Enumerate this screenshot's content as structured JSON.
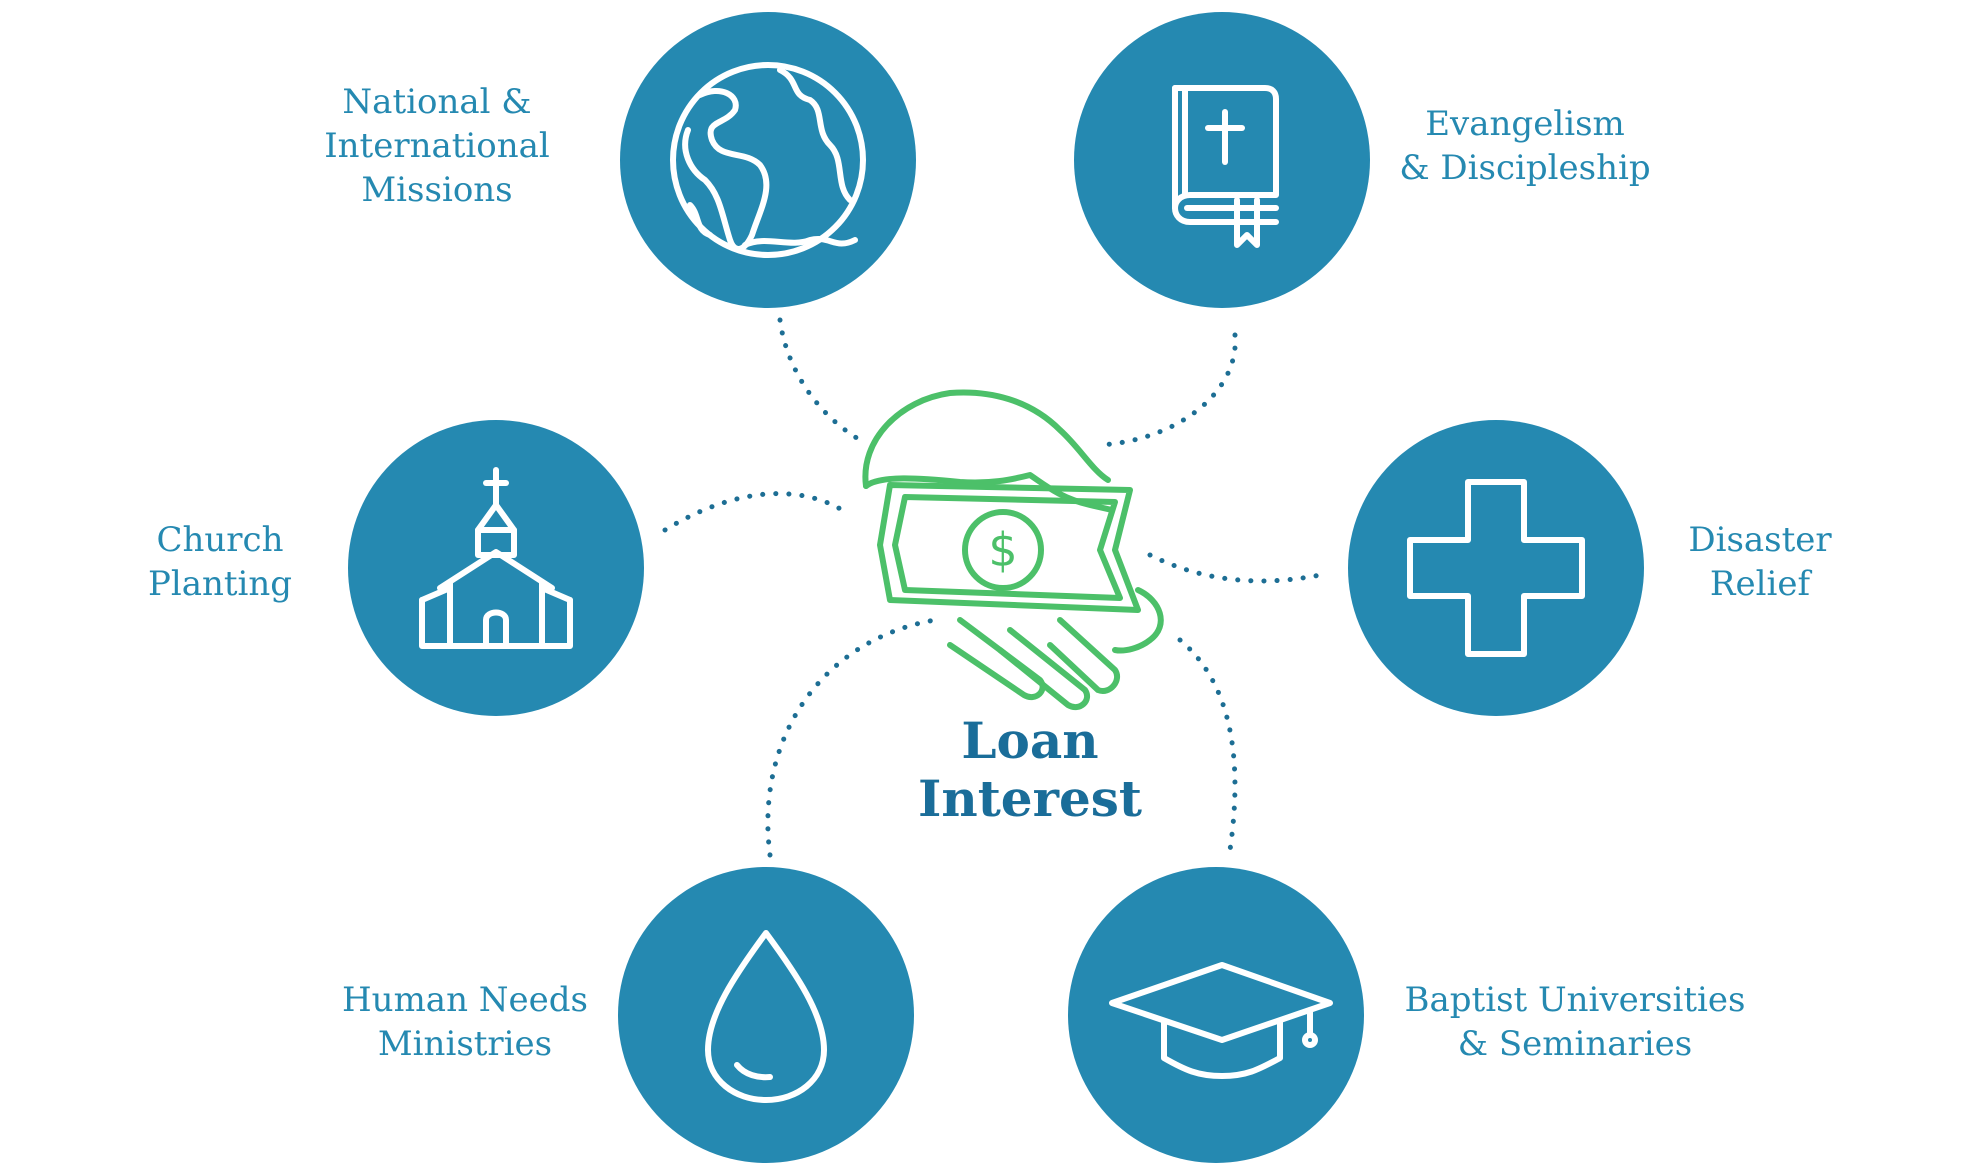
{
  "center": {
    "title_line1": "Loan",
    "title_line2": "Interest",
    "icon": "hand-holding-money-icon"
  },
  "nodes": [
    {
      "id": "missions",
      "line1": "National &",
      "line2": "International",
      "line3": "Missions",
      "icon": "globe-icon"
    },
    {
      "id": "evangelism",
      "line1": "Evangelism",
      "line2": "& Discipleship",
      "icon": "bible-icon"
    },
    {
      "id": "church",
      "line1": "Church",
      "line2": "Planting",
      "icon": "church-icon"
    },
    {
      "id": "disaster",
      "line1": "Disaster",
      "line2": "Relief",
      "icon": "medical-cross-icon"
    },
    {
      "id": "human",
      "line1": "Human Needs",
      "line2": "Ministries",
      "icon": "water-drop-icon"
    },
    {
      "id": "baptist",
      "line1": "Baptist Universities",
      "line2": "& Seminaries",
      "icon": "graduation-cap-icon"
    }
  ],
  "colors": {
    "circle": "#2589b1",
    "label_text": "#2589b1",
    "title_text": "#1a6d99",
    "connector": "#1d6e94",
    "money_icon": "#4cc069"
  }
}
